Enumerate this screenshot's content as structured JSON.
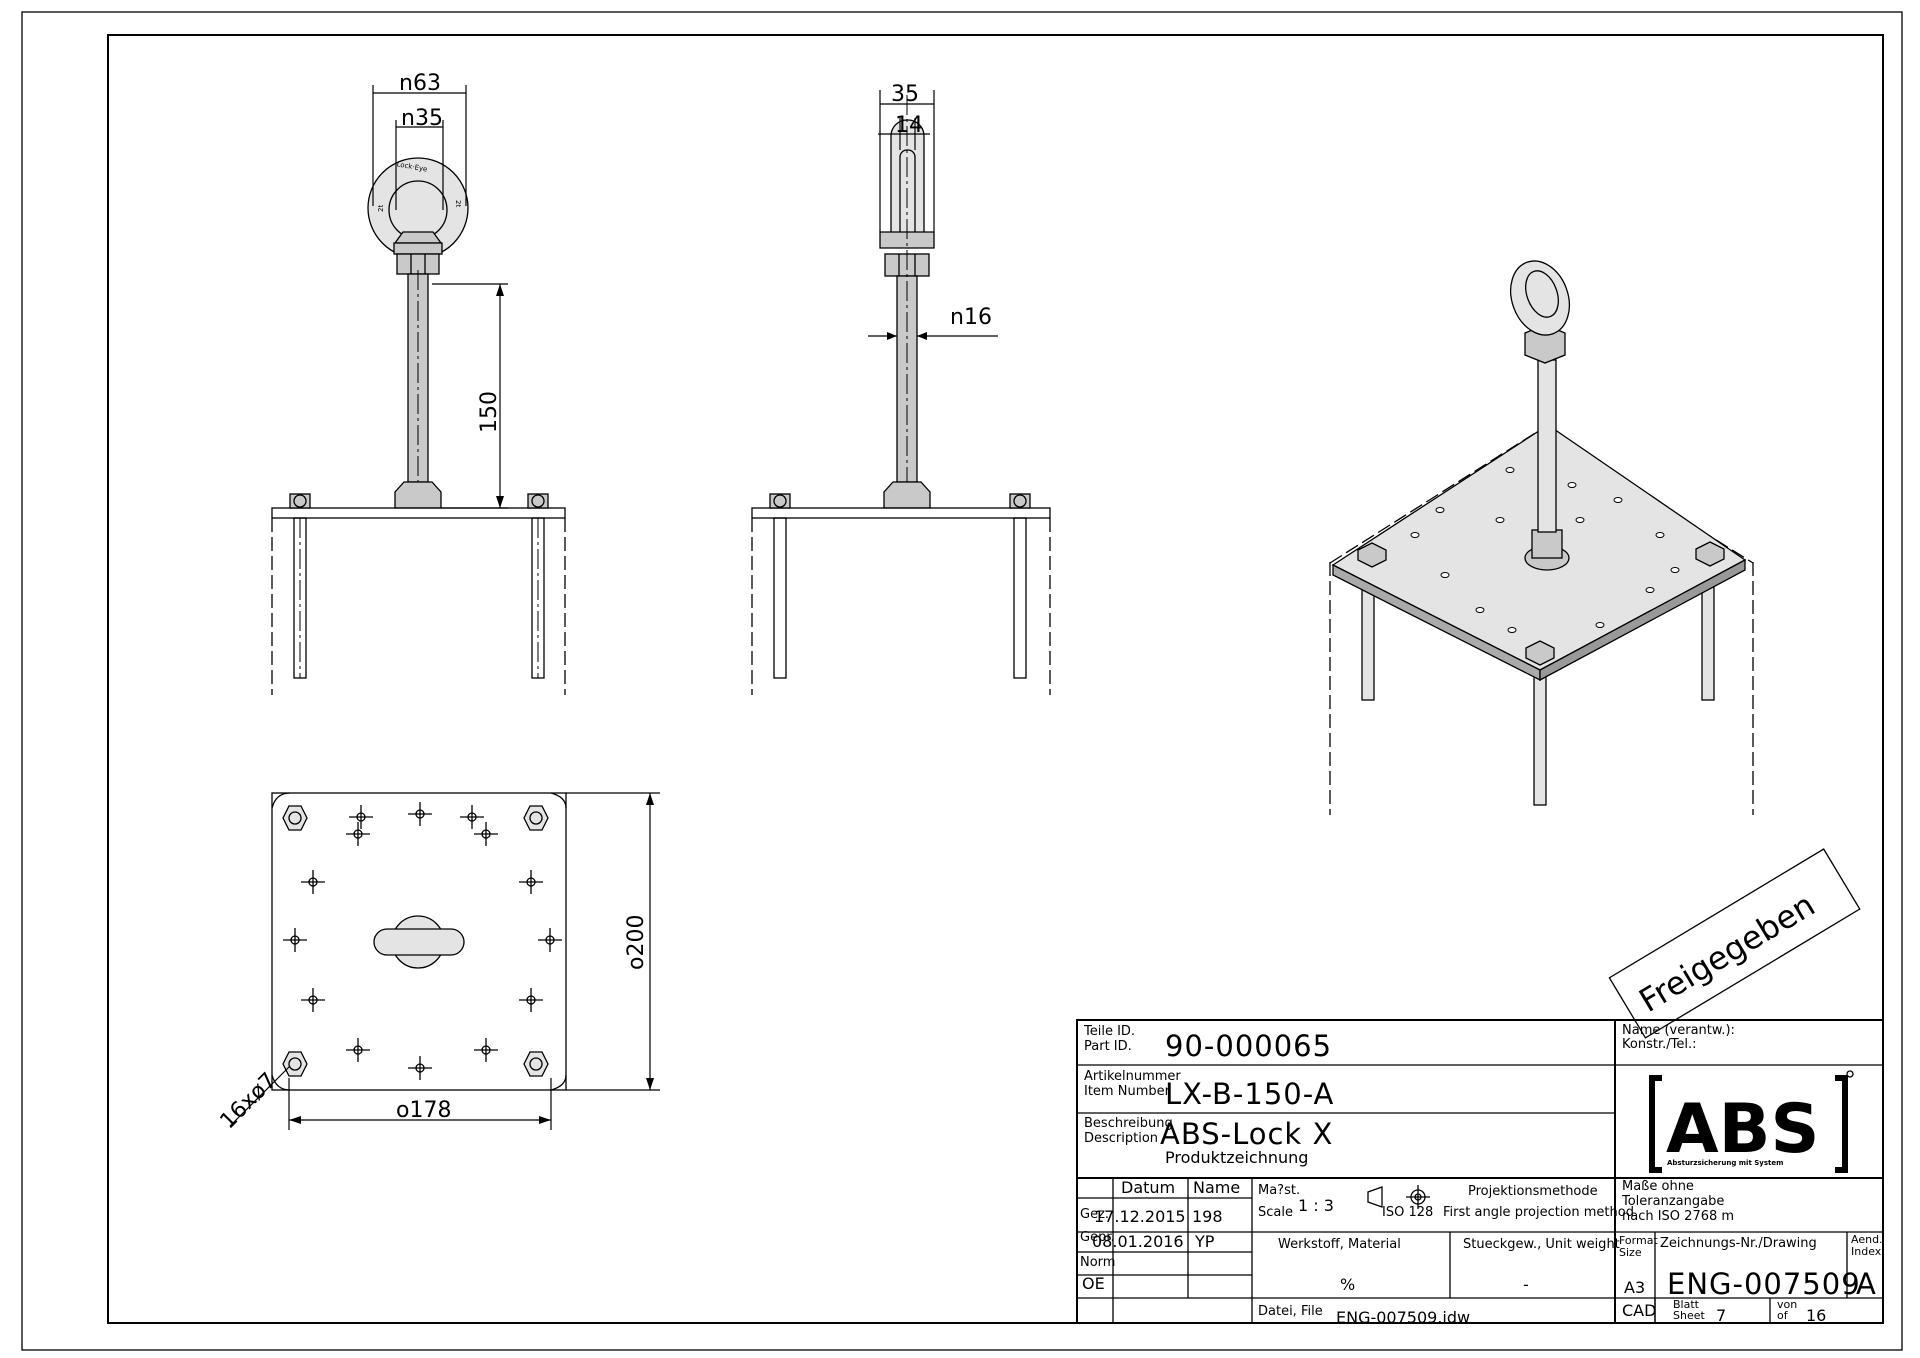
{
  "dimensions": {
    "front_outer_diameter": "n63",
    "front_inner_diameter": "n35",
    "rod_length": "150",
    "side_width": "35",
    "side_thickness": "14",
    "rod_diameter": "n16",
    "plate_height": "o200",
    "plate_width": "o178",
    "holes": "16xø7"
  },
  "stamp": "Freigegeben",
  "title_block": {
    "part_id_label_de": "Teile ID.",
    "part_id_label_en": "Part ID.",
    "part_id": "90-000065",
    "item_label_de": "Artikelnummer",
    "item_label_en": "Item Number",
    "item_number": "LX-B-150-A",
    "desc_label_de": "Beschreibung",
    "desc_label_en": "Description",
    "description": "ABS-Lock X",
    "description_sub": "Produktzeichnung",
    "name_label_de": "Name (verantw.):",
    "name_label_en": "Konstr./Tel.:",
    "logo_text": "ABS",
    "logo_tagline": "Absturzsicherung mit System",
    "col_datum": "Datum",
    "col_name": "Name",
    "row_gez": "Gez.",
    "row_gepr": "Gepr.",
    "row_norm": "Norm",
    "row_oe": "OE",
    "gez_date": "17.12.2015",
    "gez_name": "198",
    "gepr_date": "08.01.2016",
    "gepr_name": "YP",
    "scale_label_de": "Ma?st.",
    "scale_label_en": "Scale",
    "scale": "1 : 3",
    "iso_label": "ISO 128",
    "projection_de": "Projektionsmethode",
    "projection_en": "First angle projection method",
    "tolerance_1": "Maße ohne",
    "tolerance_2": "Toleranzangabe",
    "tolerance_3": "nach ISO 2768 m",
    "material_label": "Werkstoff, Material",
    "material": "%",
    "weight_label": "Stueckgew., Unit weight",
    "weight": "-",
    "format_label_de": "Format",
    "format_label_en": "Size",
    "format": "A3",
    "drawing_label": "Zeichnungs-Nr./Drawing",
    "drawing_number": "ENG-007509",
    "index_label_de": "Aend.",
    "index_label_en": "Index",
    "index": "A",
    "file_label": "Datei, File",
    "file": "ENG-007509.idw",
    "cad": "CAD",
    "sheet_label_de": "Blatt",
    "sheet_label_en": "Sheet",
    "sheet": "7",
    "of_label_de": "von",
    "of_label_en": "of",
    "of_total": "16"
  }
}
